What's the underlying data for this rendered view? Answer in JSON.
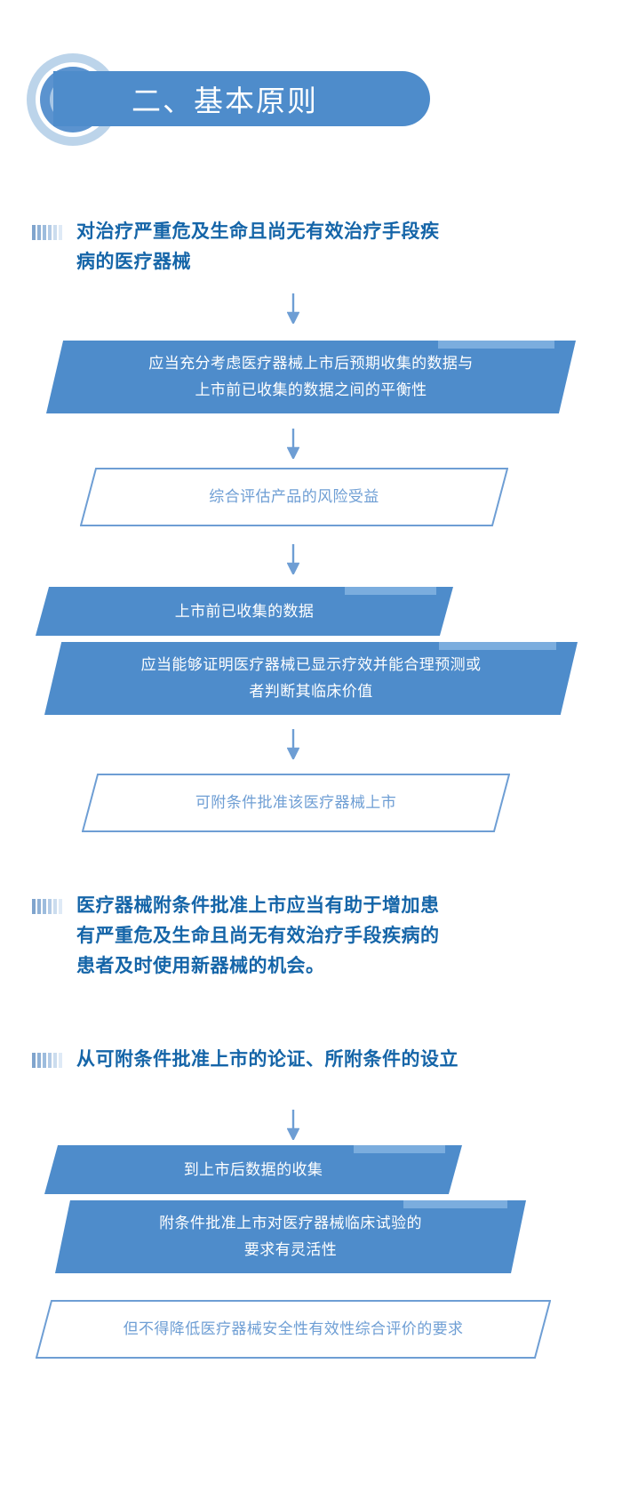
{
  "header": {
    "title": "二、基本原则",
    "logo_icon": "concentric-circles-icon",
    "pill_color": "#4e8ccb",
    "title_color": "#ffffff"
  },
  "colors": {
    "accent_blue": "#4e8ccb",
    "heading_blue": "#1565a8",
    "outline_blue": "#6e9ed4",
    "highlight_blue": "#7badde",
    "arrow_blue": "#6e9ed4"
  },
  "sections": [
    {
      "bullet_icon": "bar-marker-icon",
      "heading": "对治疗严重危及生命且尚无有效治疗手段疾病的医疗器械",
      "heading_lines": [
        "对治疗严重危及生命且尚无有效治疗手段疾",
        "病的医疗器械"
      ],
      "flow": [
        {
          "kind": "arrow",
          "icon": "arrow-down-icon"
        },
        {
          "kind": "filled",
          "lines": [
            "应当充分考虑医疗器械上市后预期收集的数据与",
            "上市前已收集的数据之间的平衡性"
          ]
        },
        {
          "kind": "arrow",
          "icon": "arrow-down-icon"
        },
        {
          "kind": "outline",
          "lines": [
            "综合评估产品的风险受益"
          ]
        },
        {
          "kind": "arrow",
          "icon": "arrow-down-icon"
        },
        {
          "kind": "filled",
          "lines": [
            "上市前已收集的数据"
          ]
        },
        {
          "kind": "filled",
          "lines": [
            "应当能够证明医疗器械已显示疗效并能合理预测或",
            "者判断其临床价值"
          ]
        },
        {
          "kind": "arrow",
          "icon": "arrow-down-icon"
        },
        {
          "kind": "outline",
          "lines": [
            "可附条件批准该医疗器械上市"
          ]
        }
      ]
    },
    {
      "bullet_icon": "bar-marker-icon",
      "heading": "医疗器械附条件批准上市应当有助于增加患有严重危及生命且尚无有效治疗手段疾病的患者及时使用新器械的机会。",
      "heading_lines": [
        "医疗器械附条件批准上市应当有助于增加患",
        "有严重危及生命且尚无有效治疗手段疾病的",
        "患者及时使用新器械的机会。"
      ],
      "flow": []
    },
    {
      "bullet_icon": "bar-marker-icon",
      "heading": "从可附条件批准上市的论证、所附条件的设立",
      "heading_lines": [
        "从可附条件批准上市的论证、所附条件的设立"
      ],
      "flow": [
        {
          "kind": "arrow",
          "icon": "arrow-down-icon"
        },
        {
          "kind": "filled",
          "lines": [
            "到上市后数据的收集"
          ]
        },
        {
          "kind": "filled",
          "lines": [
            "附条件批准上市对医疗器械临床试验的",
            "要求有灵活性"
          ]
        },
        {
          "kind": "outline",
          "lines": [
            "但不得降低医疗器械安全性有效性综合评价的要求"
          ]
        }
      ]
    }
  ]
}
